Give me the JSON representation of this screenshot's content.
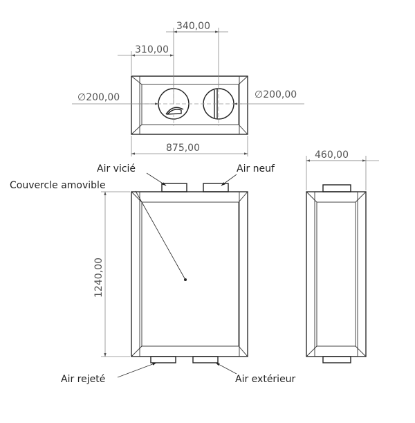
{
  "dimensions": {
    "center_spacing": "340,00",
    "center_offset": "310,00",
    "diameter_left": "∅200,00",
    "diameter_right": "∅200,00",
    "width": "875,00",
    "depth": "460,00",
    "height": "1240,00"
  },
  "labels": {
    "air_vicie": "Air vicié",
    "air_neuf": "Air neuf",
    "couvercle": "Couvercle amovible",
    "air_rejete": "Air rejeté",
    "air_exterieur": "Air extérieur"
  }
}
